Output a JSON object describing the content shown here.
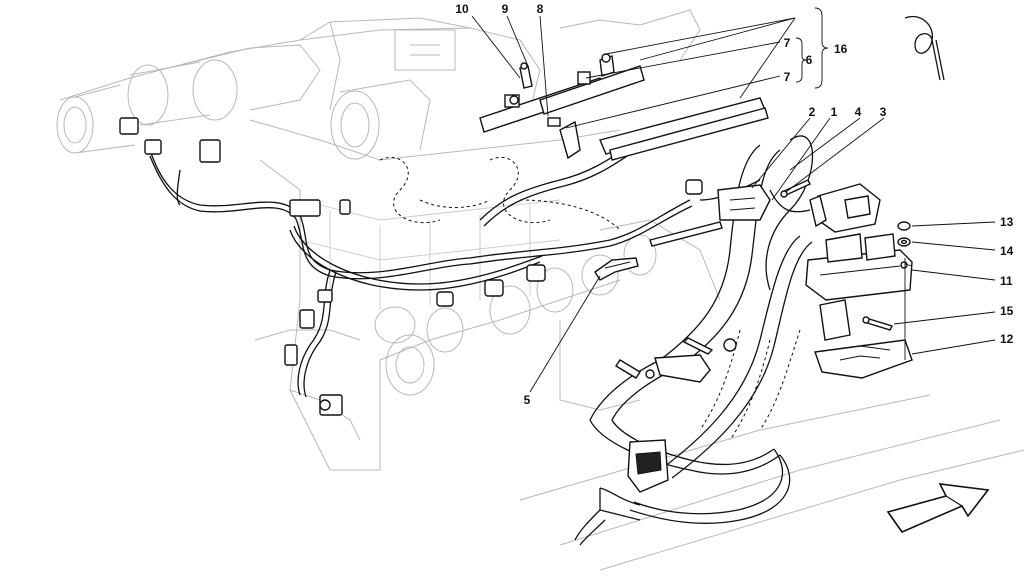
{
  "callouts": {
    "c1": "1",
    "c2": "2",
    "c3": "3",
    "c4": "4",
    "c5": "5",
    "c6": "6",
    "c7a": "7",
    "c7b": "7",
    "c8": "8",
    "c9": "9",
    "c10": "10",
    "c11": "11",
    "c12": "12",
    "c13": "13",
    "c14": "14",
    "c15": "15",
    "c16": "16"
  },
  "colors": {
    "ink": "#111111",
    "engine_ghost": "#b8b8b8",
    "background": "#ffffff"
  }
}
